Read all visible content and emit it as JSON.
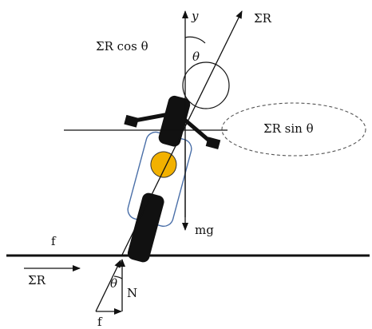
{
  "labels": {
    "sum_r_axis": "ΣR",
    "sum_r_cos": "ΣR cos θ",
    "sum_r_sin": "ΣR sin θ",
    "y_axis": "y",
    "theta_top": "θ",
    "mg": "mg",
    "f_ground": "f",
    "sum_r_ground": "ΣR",
    "theta_bottom": "θ",
    "normal": "N",
    "f_bottom": "f"
  }
}
